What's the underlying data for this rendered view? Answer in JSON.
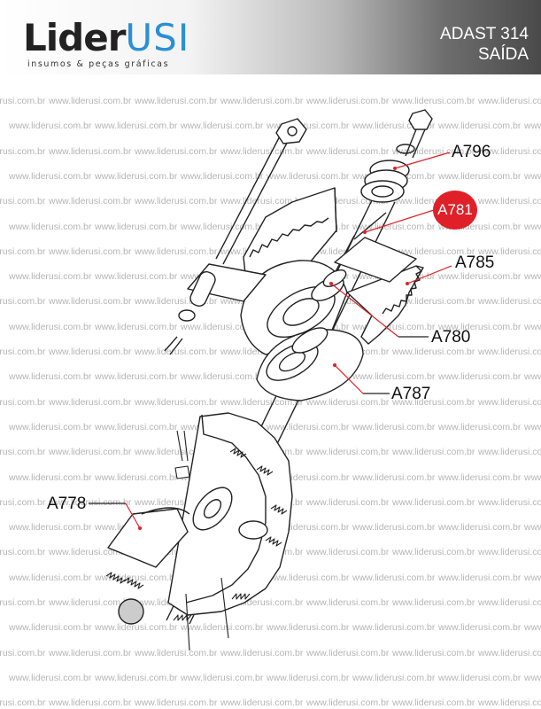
{
  "header": {
    "logo_primary": "Lider",
    "logo_secondary": "USI",
    "logo_tagline": "insumos & peças gráficas",
    "title_line1": "ADAST 314",
    "title_line2": "SAÍDA"
  },
  "watermark": "www.liderusi.com.br",
  "parts": {
    "a796": "A796",
    "a781": "A781",
    "a785": "A785",
    "a780": "A780",
    "a787": "A787",
    "a778": "A778"
  },
  "colors": {
    "highlight_badge": "#e02028",
    "leader_line": "#e02028",
    "logo_accent": "#2a8fd6"
  }
}
